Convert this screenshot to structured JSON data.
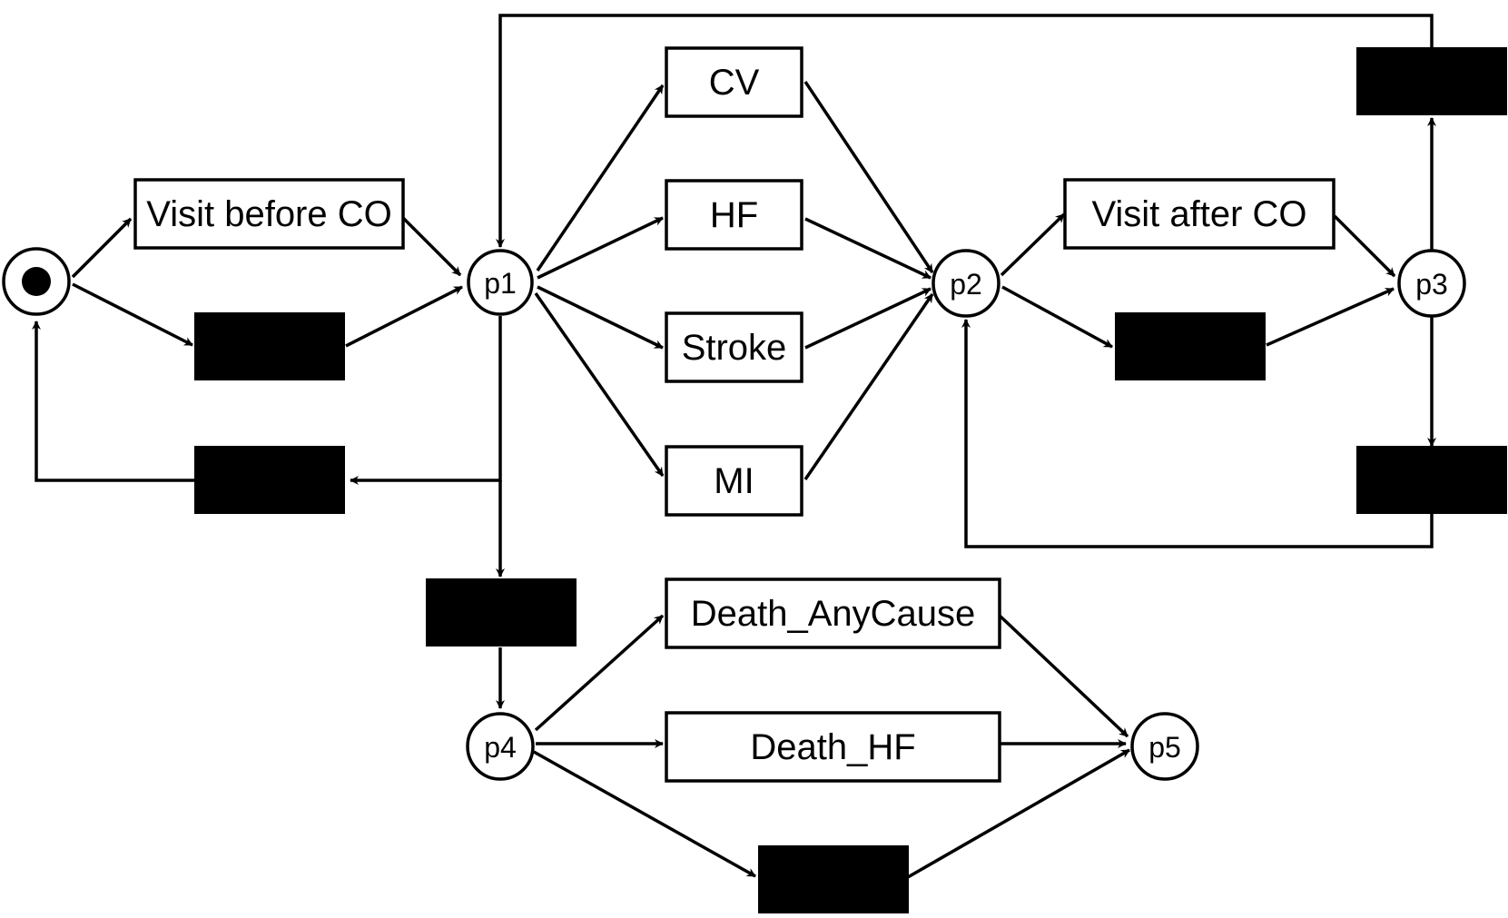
{
  "places": [
    {
      "id": "start",
      "label": "",
      "token": true
    },
    {
      "id": "p1",
      "label": "p1"
    },
    {
      "id": "p2",
      "label": "p2"
    },
    {
      "id": "p3",
      "label": "p3"
    },
    {
      "id": "p4",
      "label": "p4"
    },
    {
      "id": "p5",
      "label": "p5"
    }
  ],
  "transitions": [
    {
      "id": "visit_before",
      "label": "Visit before CO"
    },
    {
      "id": "cv",
      "label": "CV"
    },
    {
      "id": "hf",
      "label": "HF"
    },
    {
      "id": "stroke",
      "label": "Stroke"
    },
    {
      "id": "mi",
      "label": "MI"
    },
    {
      "id": "visit_after",
      "label": "Visit after CO"
    },
    {
      "id": "death_any",
      "label": "Death_AnyCause"
    },
    {
      "id": "death_hf",
      "label": "Death_HF"
    },
    {
      "id": "tau_start_p1",
      "label": "",
      "silent": true
    },
    {
      "id": "tau_p1_back",
      "label": "",
      "silent": true
    },
    {
      "id": "tau_p1_p4",
      "label": "",
      "silent": true
    },
    {
      "id": "tau_p2_p3",
      "label": "",
      "silent": true
    },
    {
      "id": "tau_p3_p1",
      "label": "",
      "silent": true
    },
    {
      "id": "tau_p3_p2",
      "label": "",
      "silent": true
    },
    {
      "id": "tau_p4_p5",
      "label": "",
      "silent": true
    }
  ],
  "arcs": [
    [
      "start",
      "visit_before"
    ],
    [
      "start",
      "tau_start_p1"
    ],
    [
      "visit_before",
      "p1"
    ],
    [
      "tau_start_p1",
      "p1"
    ],
    [
      "p1",
      "cv"
    ],
    [
      "p1",
      "hf"
    ],
    [
      "p1",
      "stroke"
    ],
    [
      "p1",
      "mi"
    ],
    [
      "p1",
      "tau_p1_back"
    ],
    [
      "tau_p1_back",
      "start"
    ],
    [
      "p1",
      "tau_p1_p4"
    ],
    [
      "tau_p1_p4",
      "p4"
    ],
    [
      "cv",
      "p2"
    ],
    [
      "hf",
      "p2"
    ],
    [
      "stroke",
      "p2"
    ],
    [
      "mi",
      "p2"
    ],
    [
      "p2",
      "visit_after"
    ],
    [
      "p2",
      "tau_p2_p3"
    ],
    [
      "visit_after",
      "p3"
    ],
    [
      "tau_p2_p3",
      "p3"
    ],
    [
      "p3",
      "tau_p3_p1"
    ],
    [
      "tau_p3_p1",
      "p1"
    ],
    [
      "p3",
      "tau_p3_p2"
    ],
    [
      "tau_p3_p2",
      "p2"
    ],
    [
      "p4",
      "death_any"
    ],
    [
      "p4",
      "death_hf"
    ],
    [
      "p4",
      "tau_p4_p5"
    ],
    [
      "death_any",
      "p5"
    ],
    [
      "death_hf",
      "p5"
    ],
    [
      "tau_p4_p5",
      "p5"
    ]
  ]
}
